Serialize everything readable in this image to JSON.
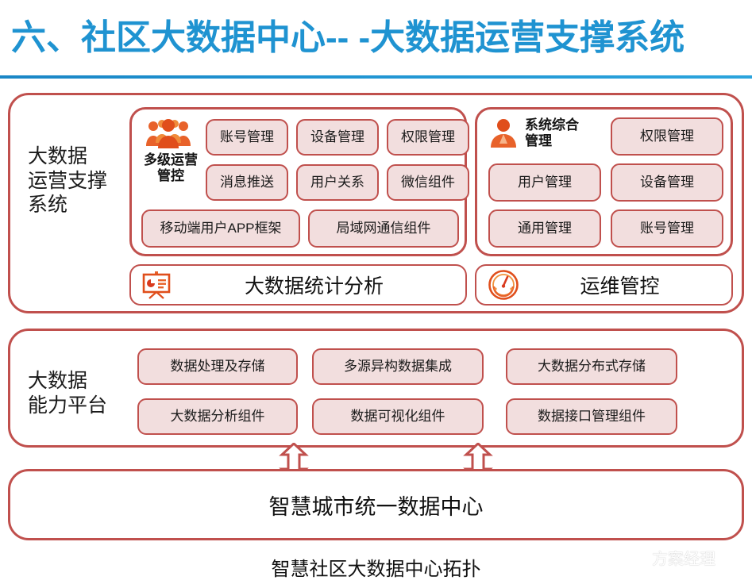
{
  "title": "六、社区大数据中心-- -大数据运营支撑系统",
  "accent_blue": "#1f93d1",
  "accent_red": "#c0504d",
  "chip_fill": "#f2dede",
  "icon_orange": "#e8622a",
  "sections": {
    "ops": {
      "label": "大数据\n运营支撑\n系统",
      "left_panel": {
        "group_tag": "多级运营管控",
        "group_icon": "people-group-icon",
        "chips_row1": [
          "账号管理",
          "设备管理",
          "权限管理"
        ],
        "chips_row2": [
          "消息推送",
          "用户关系",
          "微信组件"
        ],
        "chips_row3": [
          "移动端用户APP框架",
          "局域网通信组件"
        ]
      },
      "right_panel": {
        "group_tag": "系统综合\n管理",
        "group_icon": "person-icon",
        "chip_top": "权限管理",
        "chips_row2": [
          "用户管理",
          "设备管理"
        ],
        "chips_row3": [
          "通用管理",
          "账号管理"
        ]
      },
      "bars": [
        {
          "label": "大数据统计分析",
          "icon": "presentation-chart-icon"
        },
        {
          "label": "运维管控",
          "icon": "gauge-icon"
        }
      ]
    },
    "platform": {
      "label": "大数据\n能力平台",
      "chips_row1": [
        "数据处理及存储",
        "多源异构数据集成",
        "大数据分布式存储"
      ],
      "chips_row2": [
        "大数据分析组件",
        "数据可视化组件",
        "数据接口管理组件"
      ]
    },
    "datacenter": {
      "label": "智慧城市统一数据中心"
    }
  },
  "connectors": [
    {
      "name": "arrow-left",
      "type": "double-headed-vertical"
    },
    {
      "name": "arrow-right",
      "type": "double-headed-vertical"
    }
  ],
  "caption": "智慧社区大数据中心拓扑",
  "watermark": {
    "text": "方案经理",
    "icon": "wechat-icon"
  }
}
